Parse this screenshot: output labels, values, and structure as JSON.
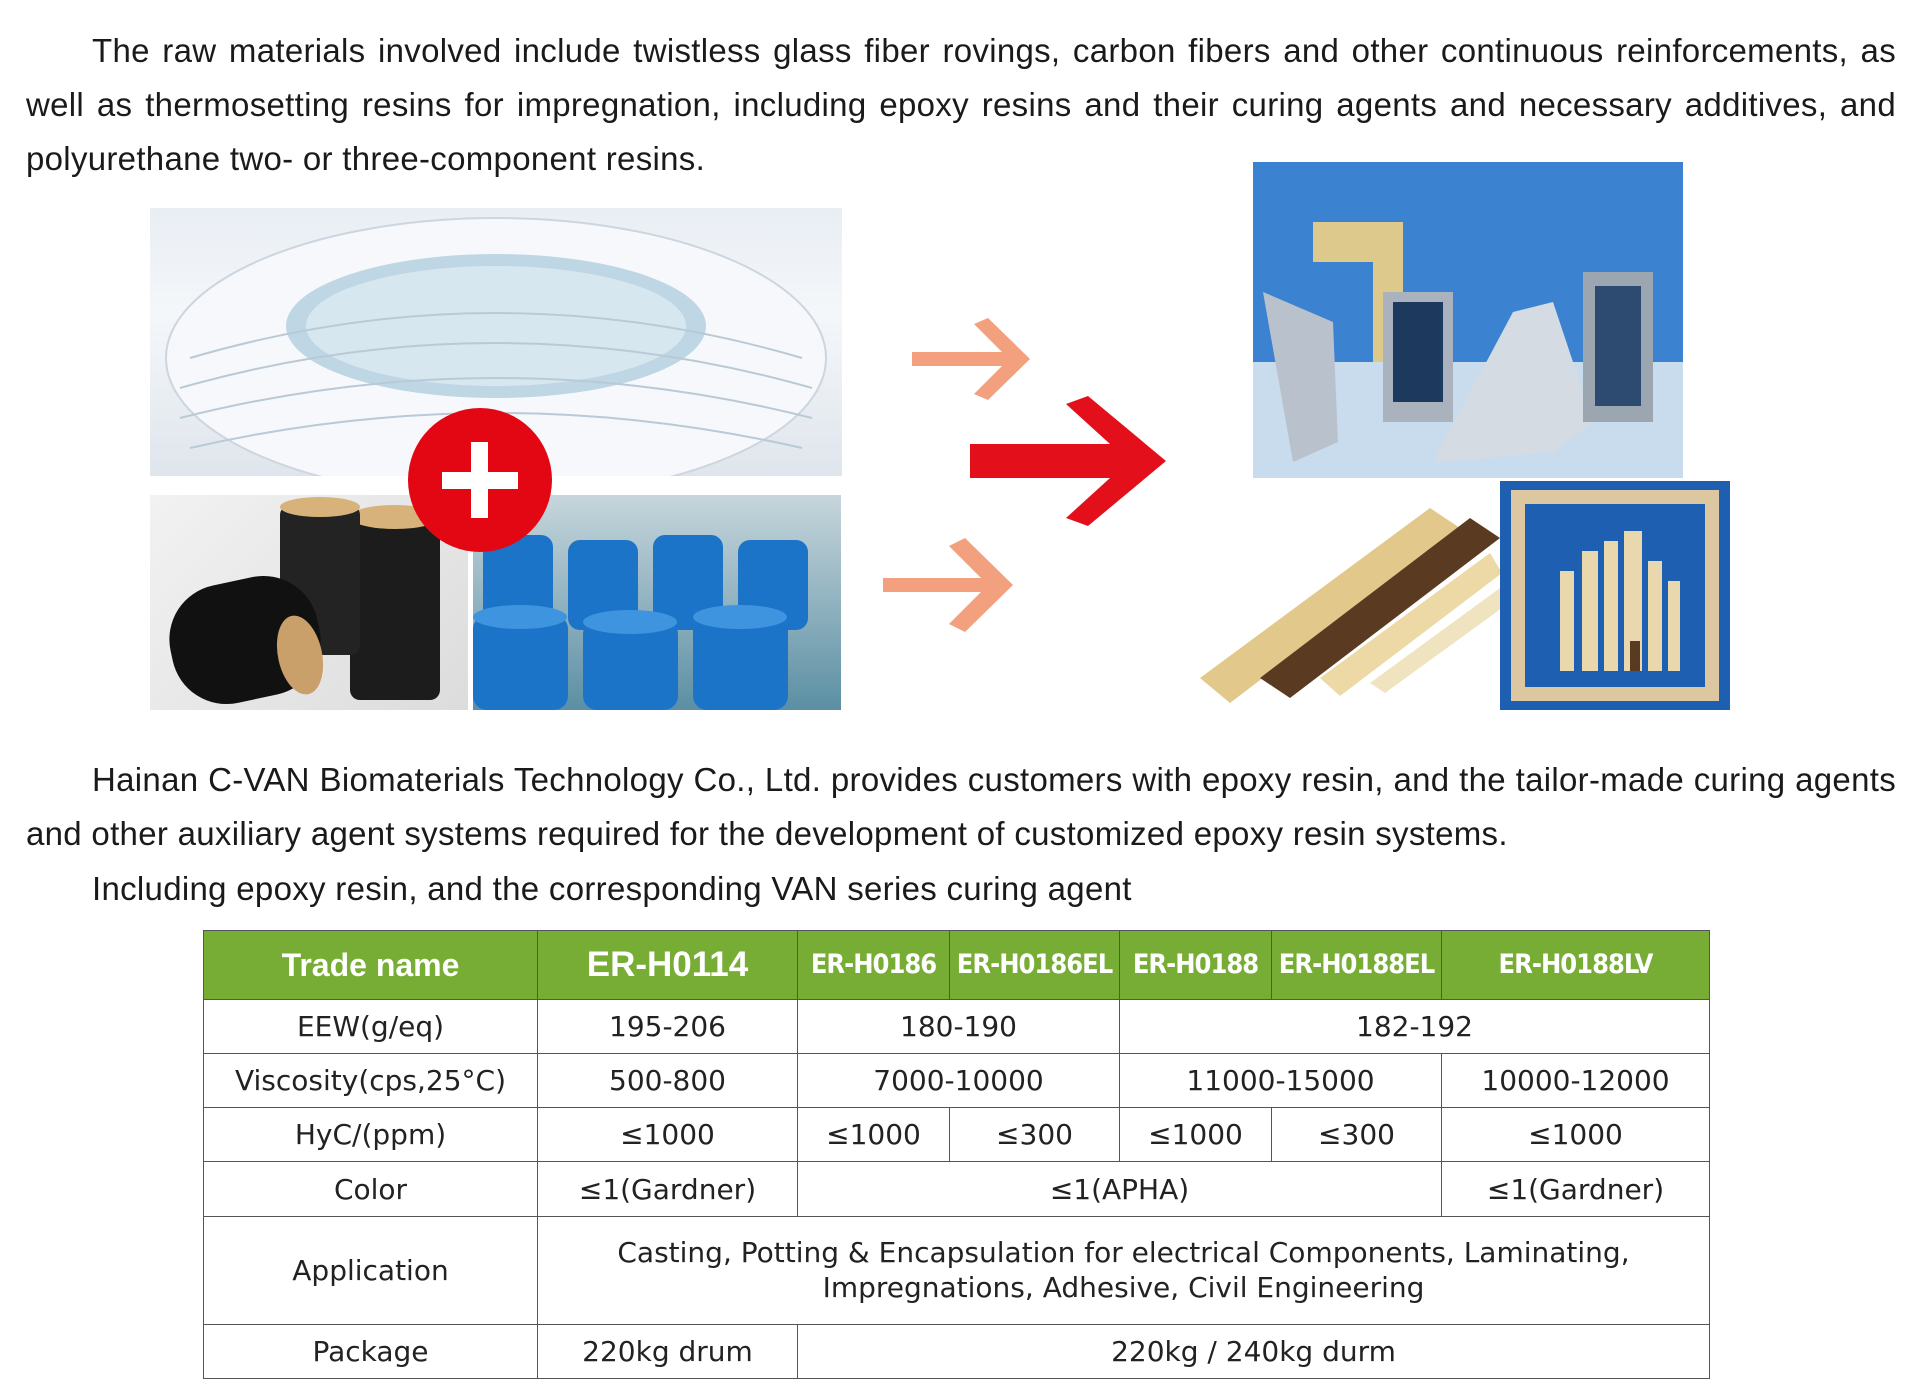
{
  "intro": "The raw materials involved include twistless glass fiber rovings, carbon fibers and other continuous reinforcements, as well as thermosetting resins for impregnation, including epoxy resins and their curing agents and necessary additives, and polyurethane two- or three-component resins.",
  "company_paragraph": "Hainan C-VAN Biomaterials Technology Co., Ltd. provides customers with epoxy resin, and the tailor-made curing agents and other auxiliary agent systems required for the development of customized epoxy resin systems.",
  "series_line": "Including epoxy resin, and the corresponding VAN series curing agent",
  "colors": {
    "header_green": "#77ad35",
    "badge_red": "#e30613",
    "arrow_light": "#f2a07e",
    "arrow_red": "#e3101c"
  },
  "icons": {
    "plus": "plus-icon",
    "arrows": [
      "arrow-right-icon",
      "arrow-right-icon",
      "arrow-right-icon"
    ]
  },
  "table": {
    "header": {
      "label": "Trade name",
      "products": [
        "ER-H0114",
        "ER-H0186",
        "ER-H0186EL",
        "ER-H0188",
        "ER-H0188EL",
        "ER-H0188LV"
      ]
    },
    "eew": {
      "label": "EEW(g/eq)",
      "h0114": "195-206",
      "h0186": "180-190",
      "h0188": "182-192"
    },
    "viscosity": {
      "label": "Viscosity(cps,25°C)",
      "h0114": "500-800",
      "h0186": "7000-10000",
      "h0188": "11000-15000",
      "lv": "10000-12000"
    },
    "hyc": {
      "label": "HyC/(ppm)",
      "values": [
        "≤1000",
        "≤1000",
        "≤300",
        "≤1000",
        "≤300",
        "≤1000"
      ]
    },
    "color": {
      "label": "Color",
      "h0114": "≤1(Gardner)",
      "mid": "≤1(APHA)",
      "lv": "≤1(Gardner)"
    },
    "application": {
      "label": "Application",
      "line1": "Casting, Potting & Encapsulation for electrical Components, Laminating,",
      "line2": "Impregnations, Adhesive, Civil Engineering"
    },
    "package": {
      "label": "Package",
      "h0114": "220kg drum",
      "rest": "220kg / 240kg durm"
    }
  }
}
